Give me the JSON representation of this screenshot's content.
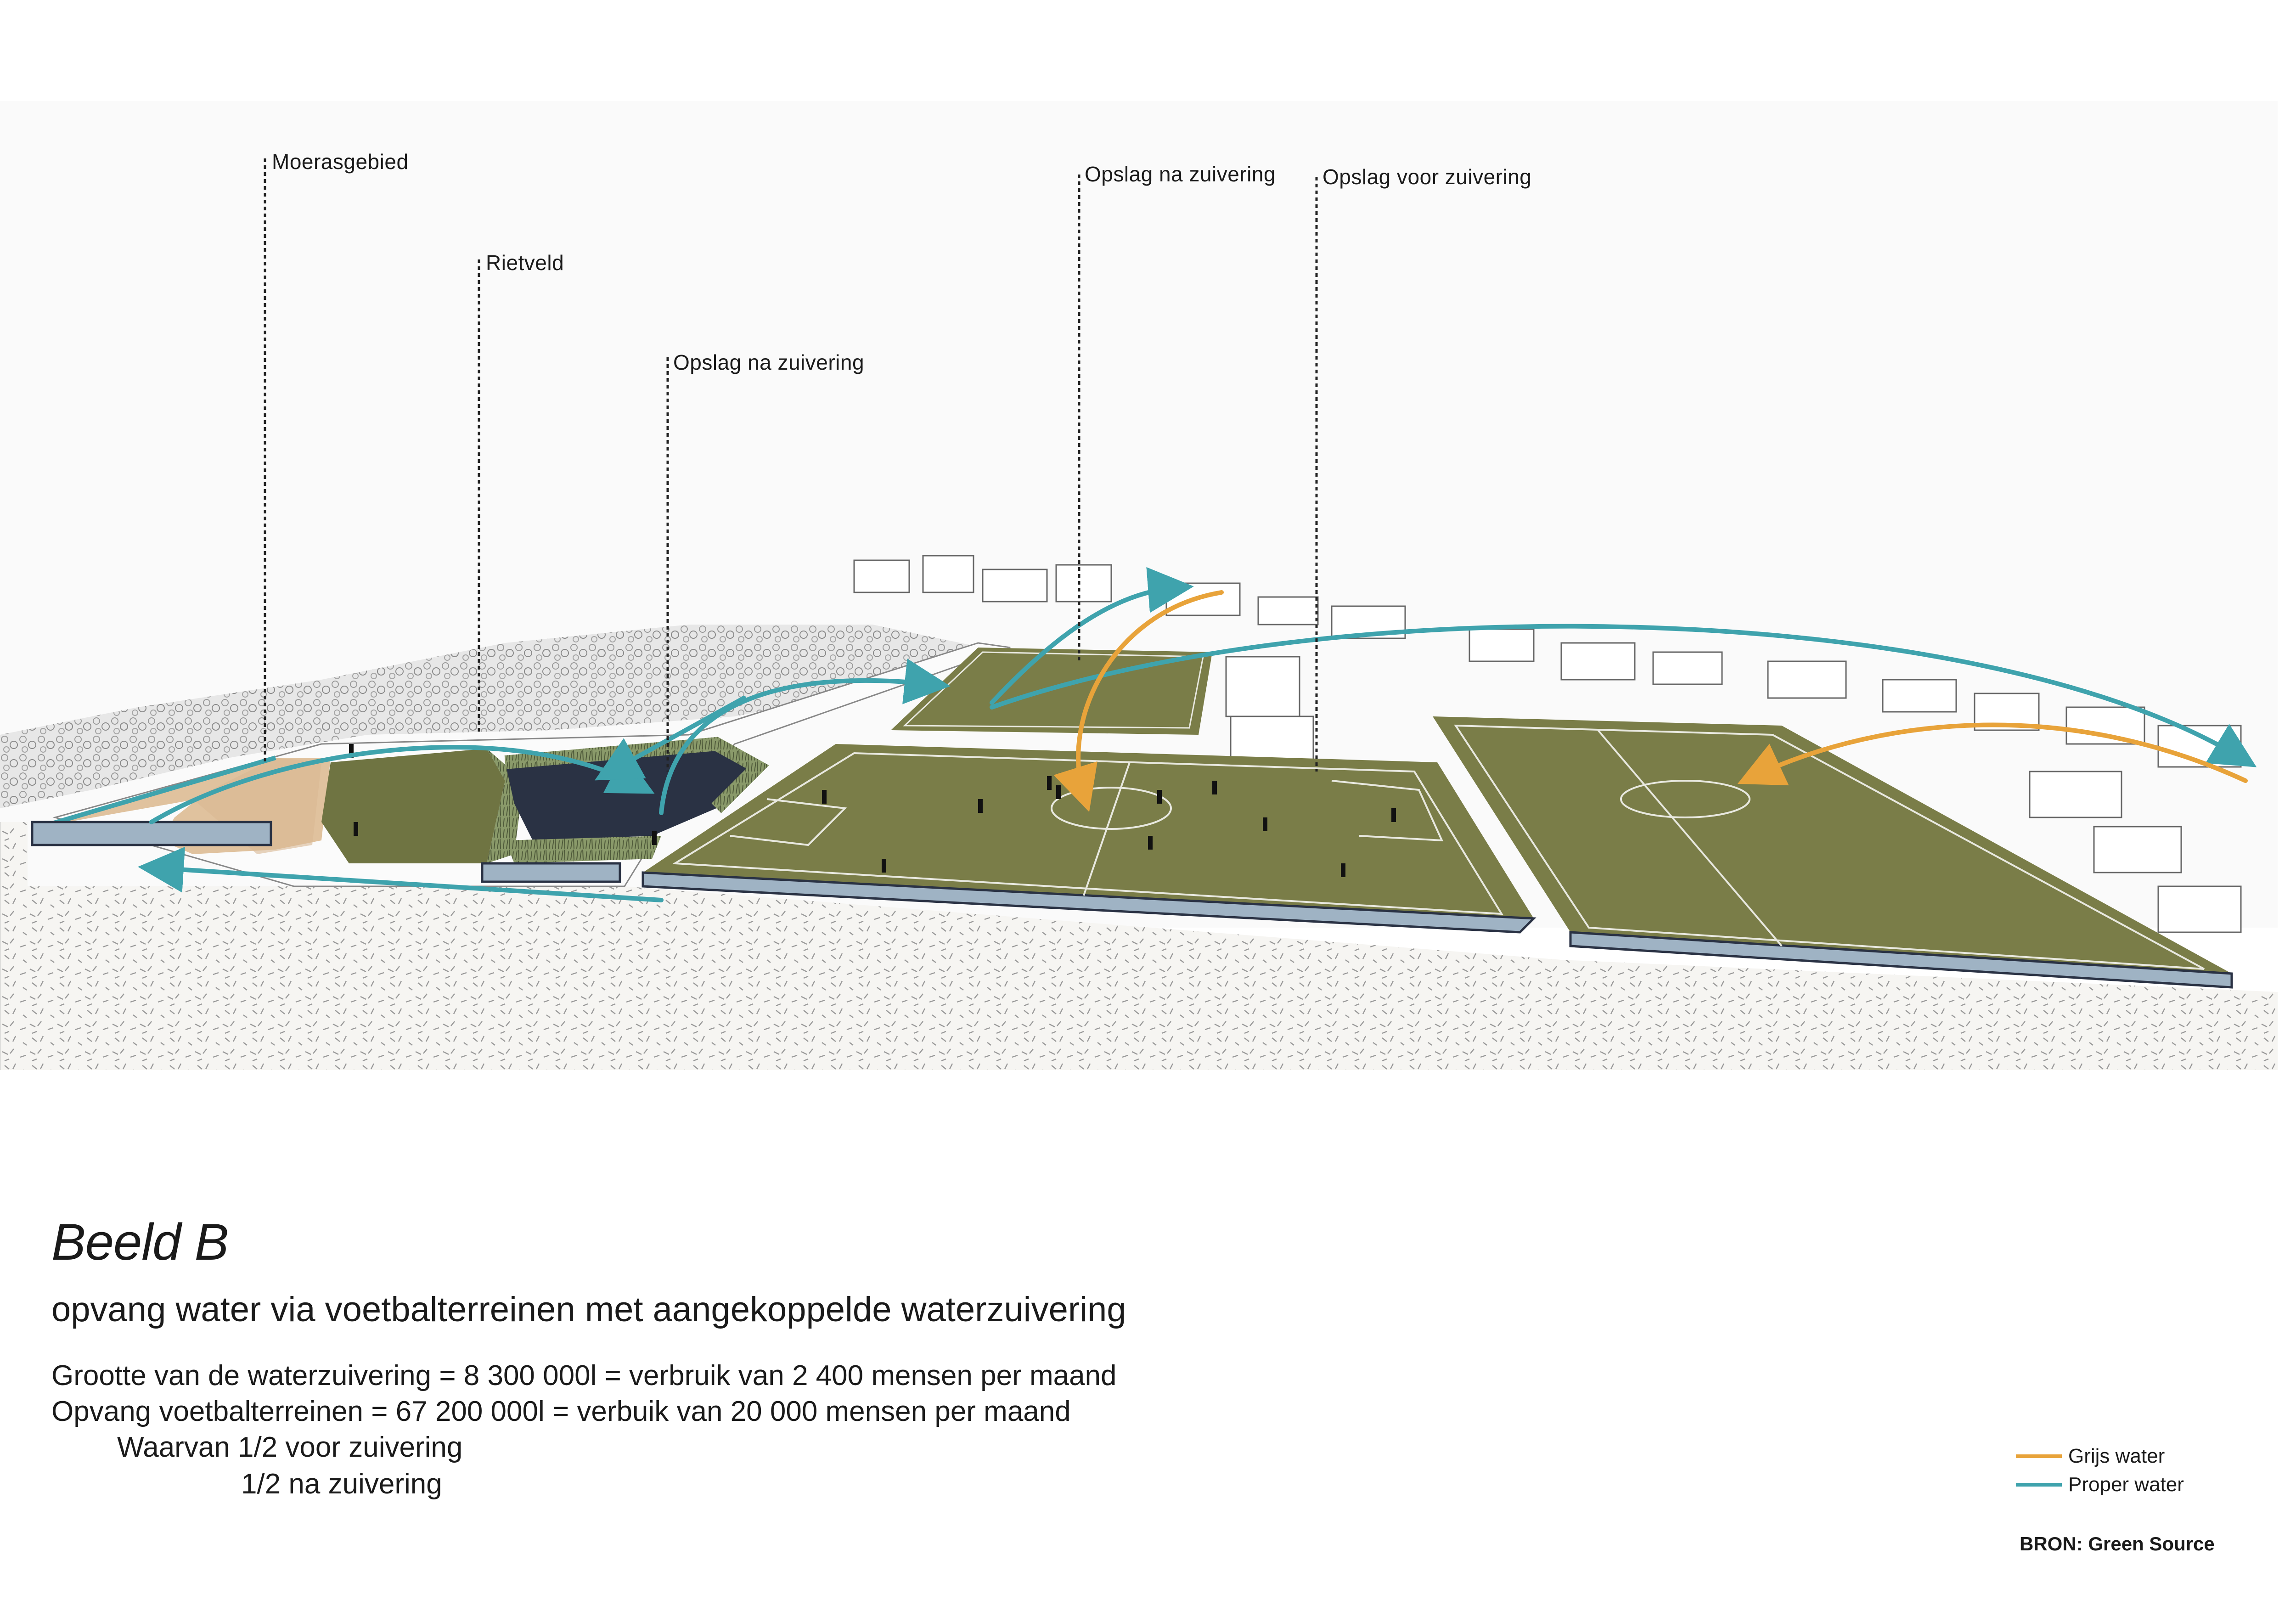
{
  "callouts": [
    {
      "label": "Moerasgebied"
    },
    {
      "label": "Rietveld"
    },
    {
      "label": "Opslag na zuivering"
    },
    {
      "label": "Opslag na zuivering"
    },
    {
      "label": "Opslag voor zuivering"
    }
  ],
  "caption": {
    "title": "Beeld B",
    "subtitle": "opvang water via voetbalterreinen met aangekoppelde waterzuivering",
    "lines": [
      "Grootte van de waterzuivering = 8 300 000l = verbruik van 2 400 mensen per maand",
      "Opvang voetbalterreinen = 67 200 000l  = verbuik van 20 000 mensen per maand",
      "Waarvan 1/2 voor zuivering",
      "1/2  na zuivering"
    ]
  },
  "legend": [
    {
      "label": "Grijs water",
      "color": "#e8a33a"
    },
    {
      "label": "Proper water",
      "color": "#3fa3ad"
    }
  ],
  "source": "BRON:  Green Source",
  "colors": {
    "grass": "#7a7d48",
    "grass_dark": "#6b6e3e",
    "soil": "#f3f2ef",
    "pond": "#2a3244",
    "sand": "#e0c29e",
    "reservoir": "#9fb3c4",
    "grey_water": "#e8a33a",
    "clean_water": "#3fa3ad"
  }
}
